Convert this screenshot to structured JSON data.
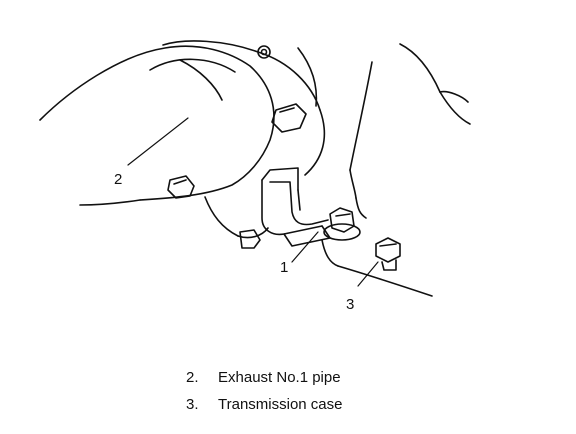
{
  "callouts": [
    {
      "number": "1"
    },
    {
      "number": "2"
    },
    {
      "number": "3"
    }
  ],
  "legend": [
    {
      "number": "2.",
      "text": "Exhaust No.1 pipe"
    },
    {
      "number": "3.",
      "text": "Transmission case"
    }
  ]
}
